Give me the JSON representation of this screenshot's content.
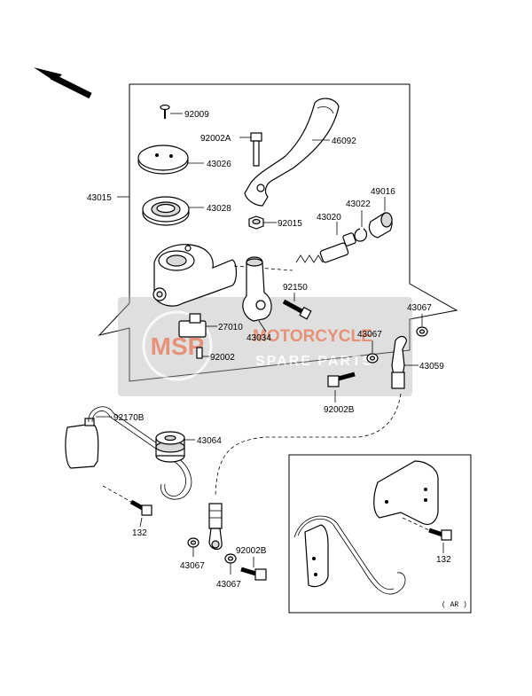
{
  "labels": {
    "p92009": "92009",
    "p92002A": "92002A",
    "p46092": "46092",
    "p43026": "43026",
    "p43015": "43015",
    "p43028": "43028",
    "p92015": "92015",
    "p43020": "43020",
    "p43022": "43022",
    "p49016": "49016",
    "p92150": "92150",
    "p43067a": "43067",
    "p27010": "27010",
    "p43067b": "43067",
    "p43034": "43034",
    "p92002": "92002",
    "p43059": "43059",
    "p92002Ba": "92002B",
    "p92170B": "92170B",
    "p43064": "43064",
    "p132a": "132",
    "p43067c": "43067",
    "p92002Bb": "92002B",
    "p43067d": "43067",
    "p132b": "132",
    "inset_tag": "( AR )"
  },
  "watermark": {
    "line1": "MOTORCYCLE",
    "line2": "SPARE PARTS",
    "logo": "MSP"
  },
  "colors": {
    "watermark_bg": "#b3b3b3",
    "watermark_accent": "#e0552a",
    "ink": "#000000"
  },
  "icons": {
    "direction_arrow": "arrow-up-left-icon"
  }
}
